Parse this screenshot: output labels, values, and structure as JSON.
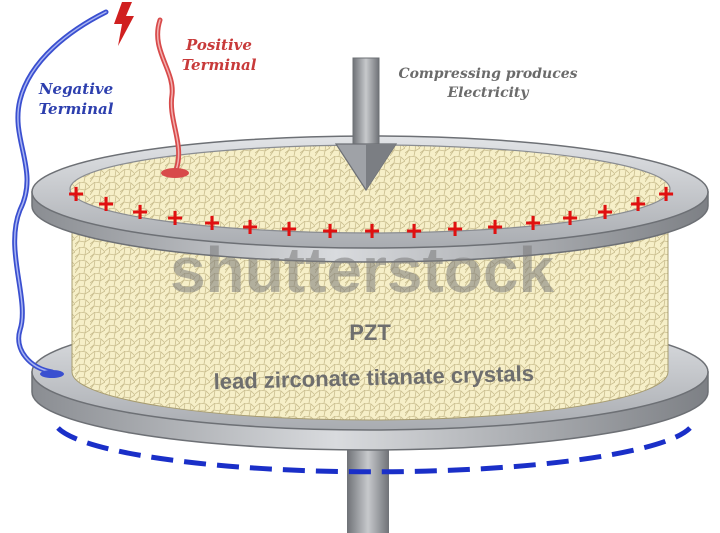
{
  "labels": {
    "negative": [
      "Negative",
      "Terminal"
    ],
    "positive": [
      "Positive",
      "Terminal"
    ],
    "compress": [
      "Compressing produces",
      "Electricity"
    ],
    "material_abbrev": "PZT",
    "material_full": "lead zirconate titanate crystals"
  },
  "watermark": "shutterstock",
  "plus_sign": "+",
  "colors": {
    "negative_wire": "#3a4fd0",
    "positive_wire": "#d84a4a",
    "plus": "#e01010",
    "minus": "#1a2fc8",
    "crystal_fill": "#f6efc8",
    "crystal_cell": "#c9bd8e",
    "plate": "#b3b6bb",
    "plate_edge": "#6d7075",
    "negative_text": "#2d3fae",
    "positive_text": "#c83a3a",
    "caption_text": "#6b6b6b",
    "pzt_text": "#6e6e6e",
    "spark": "#d02020"
  },
  "icons": {
    "compress_arrow": "down-arrow-icon",
    "spark": "lightning-bolt-icon"
  }
}
